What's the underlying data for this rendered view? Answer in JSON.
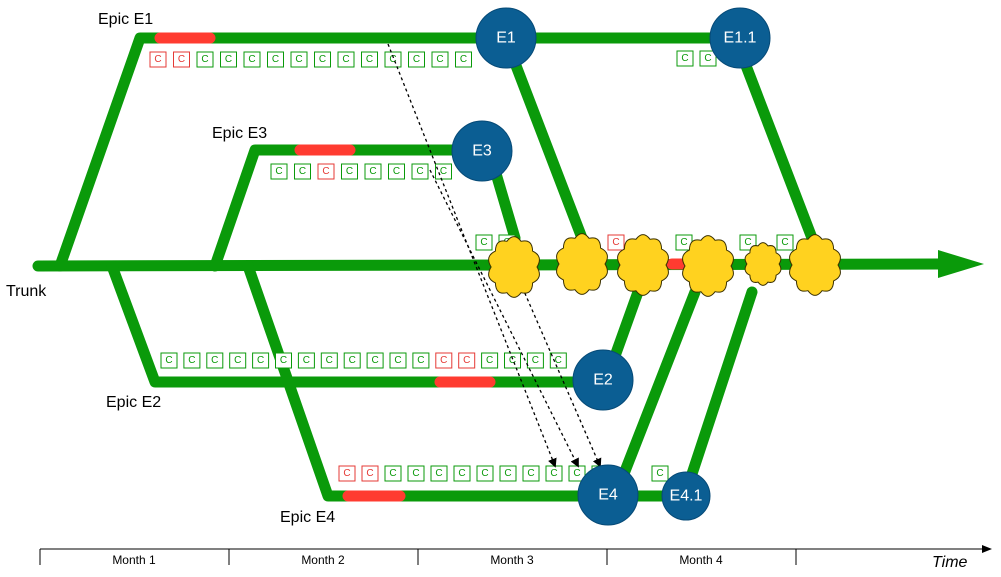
{
  "labels": {
    "epic_e1": "Epic E1",
    "epic_e3": "Epic E3",
    "trunk": "Trunk",
    "epic_e2": "Epic E2",
    "epic_e4": "Epic E4",
    "time": "Time"
  },
  "nodes": {
    "e1": "E1",
    "e1_1": "E1.1",
    "e3": "E3",
    "e2": "E2",
    "e4": "E4",
    "e4_1": "E4.1"
  },
  "commit_letter": "C",
  "commit_rows": {
    "e1_main": [
      "red",
      "red",
      "green",
      "green",
      "green",
      "green",
      "green",
      "green",
      "green",
      "green",
      "green",
      "green",
      "green",
      "green"
    ],
    "e1_after": [
      "green",
      "green"
    ],
    "e3": [
      "green",
      "green",
      "red",
      "green",
      "green",
      "green",
      "green",
      "green"
    ],
    "e2": [
      "green",
      "green",
      "green",
      "green",
      "green",
      "green",
      "green",
      "green",
      "green",
      "green",
      "green",
      "green",
      "red",
      "red",
      "green",
      "green",
      "green",
      "green"
    ],
    "e4": [
      "red",
      "red",
      "green",
      "green",
      "green",
      "green",
      "green",
      "green",
      "green",
      "green",
      "green",
      "green"
    ],
    "e4_after": [
      "green"
    ],
    "trunk": [
      "green",
      "green",
      "red",
      "green",
      "green",
      "green"
    ]
  },
  "timeline": {
    "months": [
      "Month 1",
      "Month 2",
      "Month 3",
      "Month 4"
    ]
  },
  "colors": {
    "branch": "#0a9a0a",
    "node": "#0b5e93",
    "conflict": "#ff3b30",
    "merge": "#ffd21f",
    "commit_green": "#0a9a0a",
    "commit_red": "#e53935"
  }
}
